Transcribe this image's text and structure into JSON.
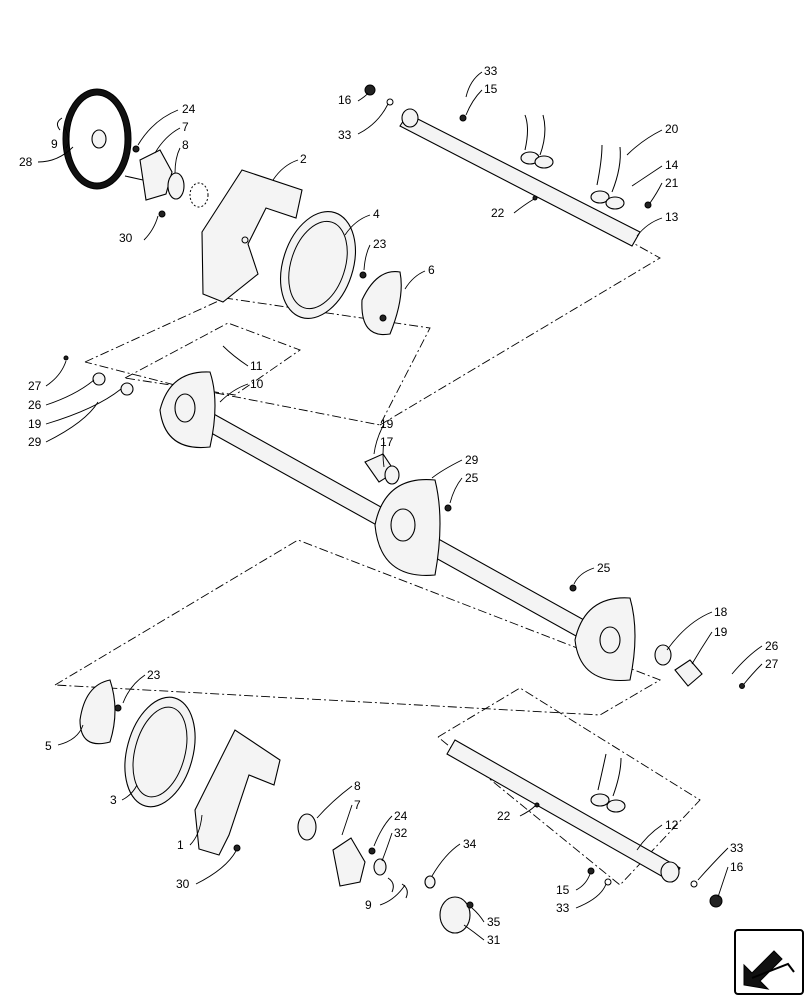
{
  "diagram": {
    "callouts": [
      {
        "id": "c9a",
        "text": "9"
      },
      {
        "id": "c28",
        "text": "28"
      },
      {
        "id": "c24a",
        "text": "24"
      },
      {
        "id": "c7a",
        "text": "7"
      },
      {
        "id": "c8a",
        "text": "8"
      },
      {
        "id": "c2",
        "text": "2"
      },
      {
        "id": "c30a",
        "text": "30"
      },
      {
        "id": "c4",
        "text": "4"
      },
      {
        "id": "c23a",
        "text": "23"
      },
      {
        "id": "c6",
        "text": "6"
      },
      {
        "id": "c16a",
        "text": "16"
      },
      {
        "id": "c33a",
        "text": "33"
      },
      {
        "id": "c33b",
        "text": "33"
      },
      {
        "id": "c15a",
        "text": "15"
      },
      {
        "id": "c20",
        "text": "20"
      },
      {
        "id": "c14",
        "text": "14"
      },
      {
        "id": "c21",
        "text": "21"
      },
      {
        "id": "c22a",
        "text": "22"
      },
      {
        "id": "c13",
        "text": "13"
      },
      {
        "id": "c11",
        "text": "11"
      },
      {
        "id": "c10",
        "text": "10"
      },
      {
        "id": "c27a",
        "text": "27"
      },
      {
        "id": "c26a",
        "text": "26"
      },
      {
        "id": "c19a",
        "text": "19"
      },
      {
        "id": "c29a",
        "text": "29"
      },
      {
        "id": "c19b",
        "text": "19"
      },
      {
        "id": "c17",
        "text": "17"
      },
      {
        "id": "c29b",
        "text": "29"
      },
      {
        "id": "c25a",
        "text": "25"
      },
      {
        "id": "c25b",
        "text": "25"
      },
      {
        "id": "c18",
        "text": "18"
      },
      {
        "id": "c19c",
        "text": "19"
      },
      {
        "id": "c26b",
        "text": "26"
      },
      {
        "id": "c27b",
        "text": "27"
      },
      {
        "id": "c23b",
        "text": "23"
      },
      {
        "id": "c5",
        "text": "5"
      },
      {
        "id": "c3",
        "text": "3"
      },
      {
        "id": "c1",
        "text": "1"
      },
      {
        "id": "c30b",
        "text": "30"
      },
      {
        "id": "c8b",
        "text": "8"
      },
      {
        "id": "c7b",
        "text": "7"
      },
      {
        "id": "c24b",
        "text": "24"
      },
      {
        "id": "c32",
        "text": "32"
      },
      {
        "id": "c34",
        "text": "34"
      },
      {
        "id": "c9b",
        "text": "9"
      },
      {
        "id": "c35",
        "text": "35"
      },
      {
        "id": "c31",
        "text": "31"
      },
      {
        "id": "c22b",
        "text": "22"
      },
      {
        "id": "c12",
        "text": "12"
      },
      {
        "id": "c33c",
        "text": "33"
      },
      {
        "id": "c16b",
        "text": "16"
      },
      {
        "id": "c15b",
        "text": "15"
      },
      {
        "id": "c33d",
        "text": "33"
      }
    ],
    "nav_icon": "next-page-arrow-icon"
  }
}
